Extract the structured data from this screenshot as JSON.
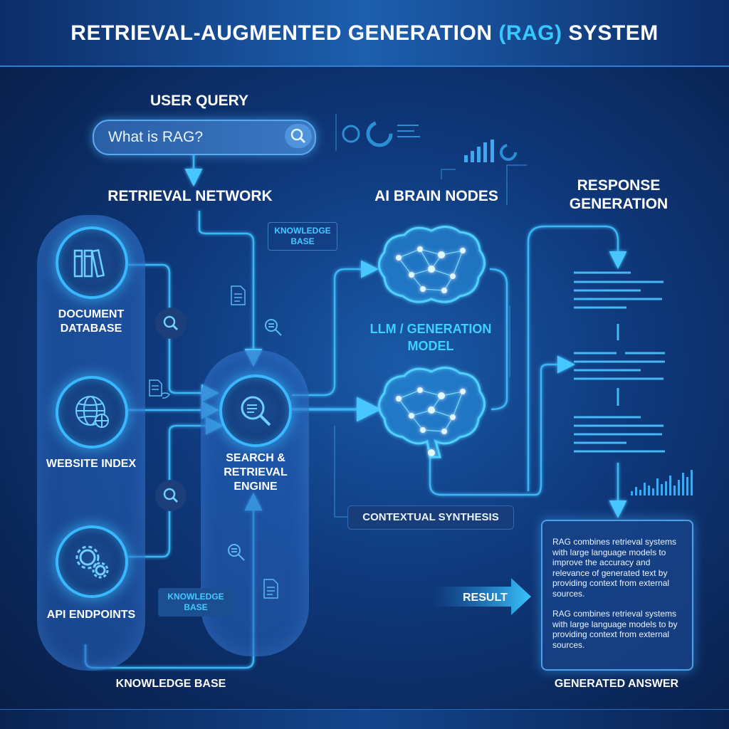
{
  "title": {
    "prefix": "RETRIEVAL-AUGMENTED GENERATION ",
    "highlight": "(RAG)",
    "suffix": " SYSTEM"
  },
  "query": {
    "heading": "USER QUERY",
    "text": "What is RAG?"
  },
  "sections": {
    "retrieval_network": "RETRIEVAL NETWORK",
    "ai_brain_nodes": "AI BRAIN NODES",
    "response_generation": "RESPONSE GENERATION",
    "llm_model": "LLM / GENERATION MODEL",
    "contextual_synthesis": "CONTEXTUAL SYNTHESIS",
    "knowledge_base_bottom": "KNOWLEDGE BASE",
    "generated_answer": "GENERATED ANSWER"
  },
  "sources": [
    {
      "label": "DOCUMENT DATABASE",
      "icon": "books-icon"
    },
    {
      "label": "WEBSITE INDEX",
      "icon": "globe-icon"
    },
    {
      "label": "API ENDPOINTS",
      "icon": "gears-icon"
    }
  ],
  "engine": {
    "label": "SEARCH & RETRIEVAL ENGINE",
    "icon": "search-document-icon"
  },
  "tags": {
    "knowledge_top": "KNOWLEDGE BASE",
    "knowledge_bottom": "KNOWLEDGE BASE"
  },
  "result_label": "RESULT",
  "answer": {
    "p1": "RAG combines retrieval systems with large language models to improve the accuracy and relevance of generated text by providing context from external sources.",
    "p2": "RAG combines retrieval systems with large language models to by providing context from external sources."
  },
  "colors": {
    "accent": "#36c8ff",
    "background": "#0f3a7e",
    "glow": "#39b8ff"
  }
}
